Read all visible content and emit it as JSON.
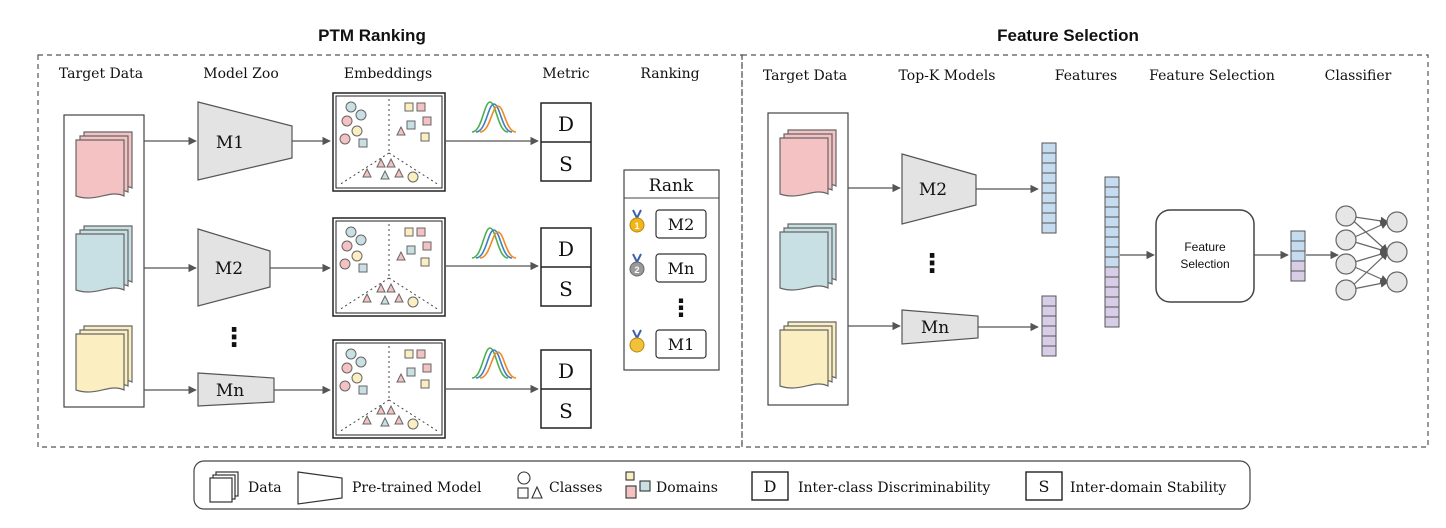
{
  "titles": {
    "ptm_ranking": "PTM Ranking",
    "feature_selection": "Feature Selection"
  },
  "left_columns": {
    "target_data": "Target Data",
    "model_zoo": "Model Zoo",
    "embeddings": "Embeddings",
    "metric": "Metric",
    "ranking": "Ranking"
  },
  "right_columns": {
    "target_data": "Target Data",
    "top_k_models": "Top-K Models",
    "features": "Features",
    "feature_selection": "Feature Selection",
    "classifier": "Classifier"
  },
  "models": {
    "m1": "M1",
    "m2": "M2",
    "mn": "Mn",
    "ellipsis": "⋮"
  },
  "metric": {
    "d": "D",
    "s": "S"
  },
  "rank": {
    "title": "Rank",
    "items": [
      "M2",
      "Mn",
      "M1"
    ],
    "ellipsis": "⋮",
    "medals": [
      "1",
      "2",
      ""
    ]
  },
  "selection_box": {
    "line1": "Feature",
    "line2": "Selection"
  },
  "legend": {
    "data": "Data",
    "pretrained": "Pre-trained Model",
    "classes": "Classes",
    "domains": "Domains",
    "d_letter": "D",
    "d_label": "Inter-class Discriminability",
    "s_letter": "S",
    "s_label": "Inter-domain Stability"
  },
  "colors": {
    "pink": "#f4c2c2",
    "blue": "#c8dfe3",
    "yellow": "#fbefc2",
    "model_gray": "#e3e3e3",
    "feature_blue": "#c5dcf0",
    "feature_purple": "#d8cde6",
    "curve_green": "#4caf50",
    "curve_blue": "#3f7fbf",
    "curve_orange": "#f08a24",
    "node_gray": "#e6e6e6"
  }
}
